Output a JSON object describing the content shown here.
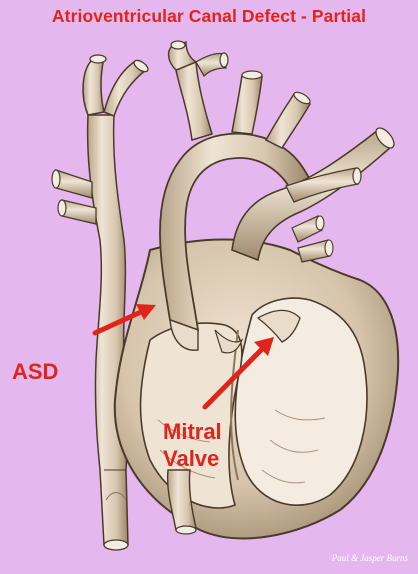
{
  "title": "Atrioventricular Canal Defect - Partial",
  "labels": {
    "asd": "ASD",
    "mitral_valve_line1": "Mitral",
    "mitral_valve_line2": "Valve"
  },
  "credit": "Paul & Jasper Burns",
  "colors": {
    "background": "#e4b8ee",
    "label_red": "#e0241b",
    "vessel_fill": "#e9dccb",
    "vessel_shade": "#b9a488",
    "outline": "#4a3a2a",
    "interior": "#f4ece1"
  }
}
